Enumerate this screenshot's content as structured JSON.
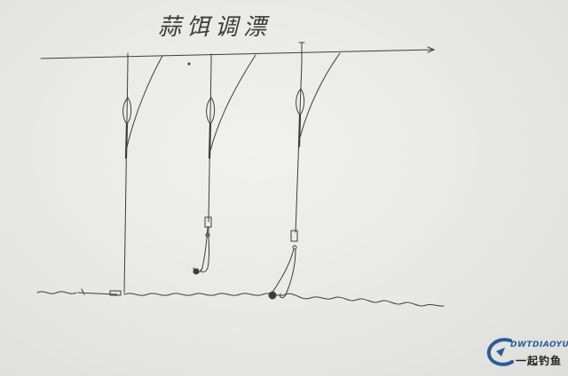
{
  "diagram": {
    "title": "蒜饵调漂"
  },
  "watermark": {
    "brand": "DWTDIAOYU",
    "subtitle": "一起钓鱼"
  },
  "colors": {
    "pencil": "#3d3d3d",
    "paper": "#ececea",
    "brand_blue": "#2a5d9a"
  },
  "icons": [
    "logo-swoosh-icon",
    "axis-arrow-icon"
  ]
}
